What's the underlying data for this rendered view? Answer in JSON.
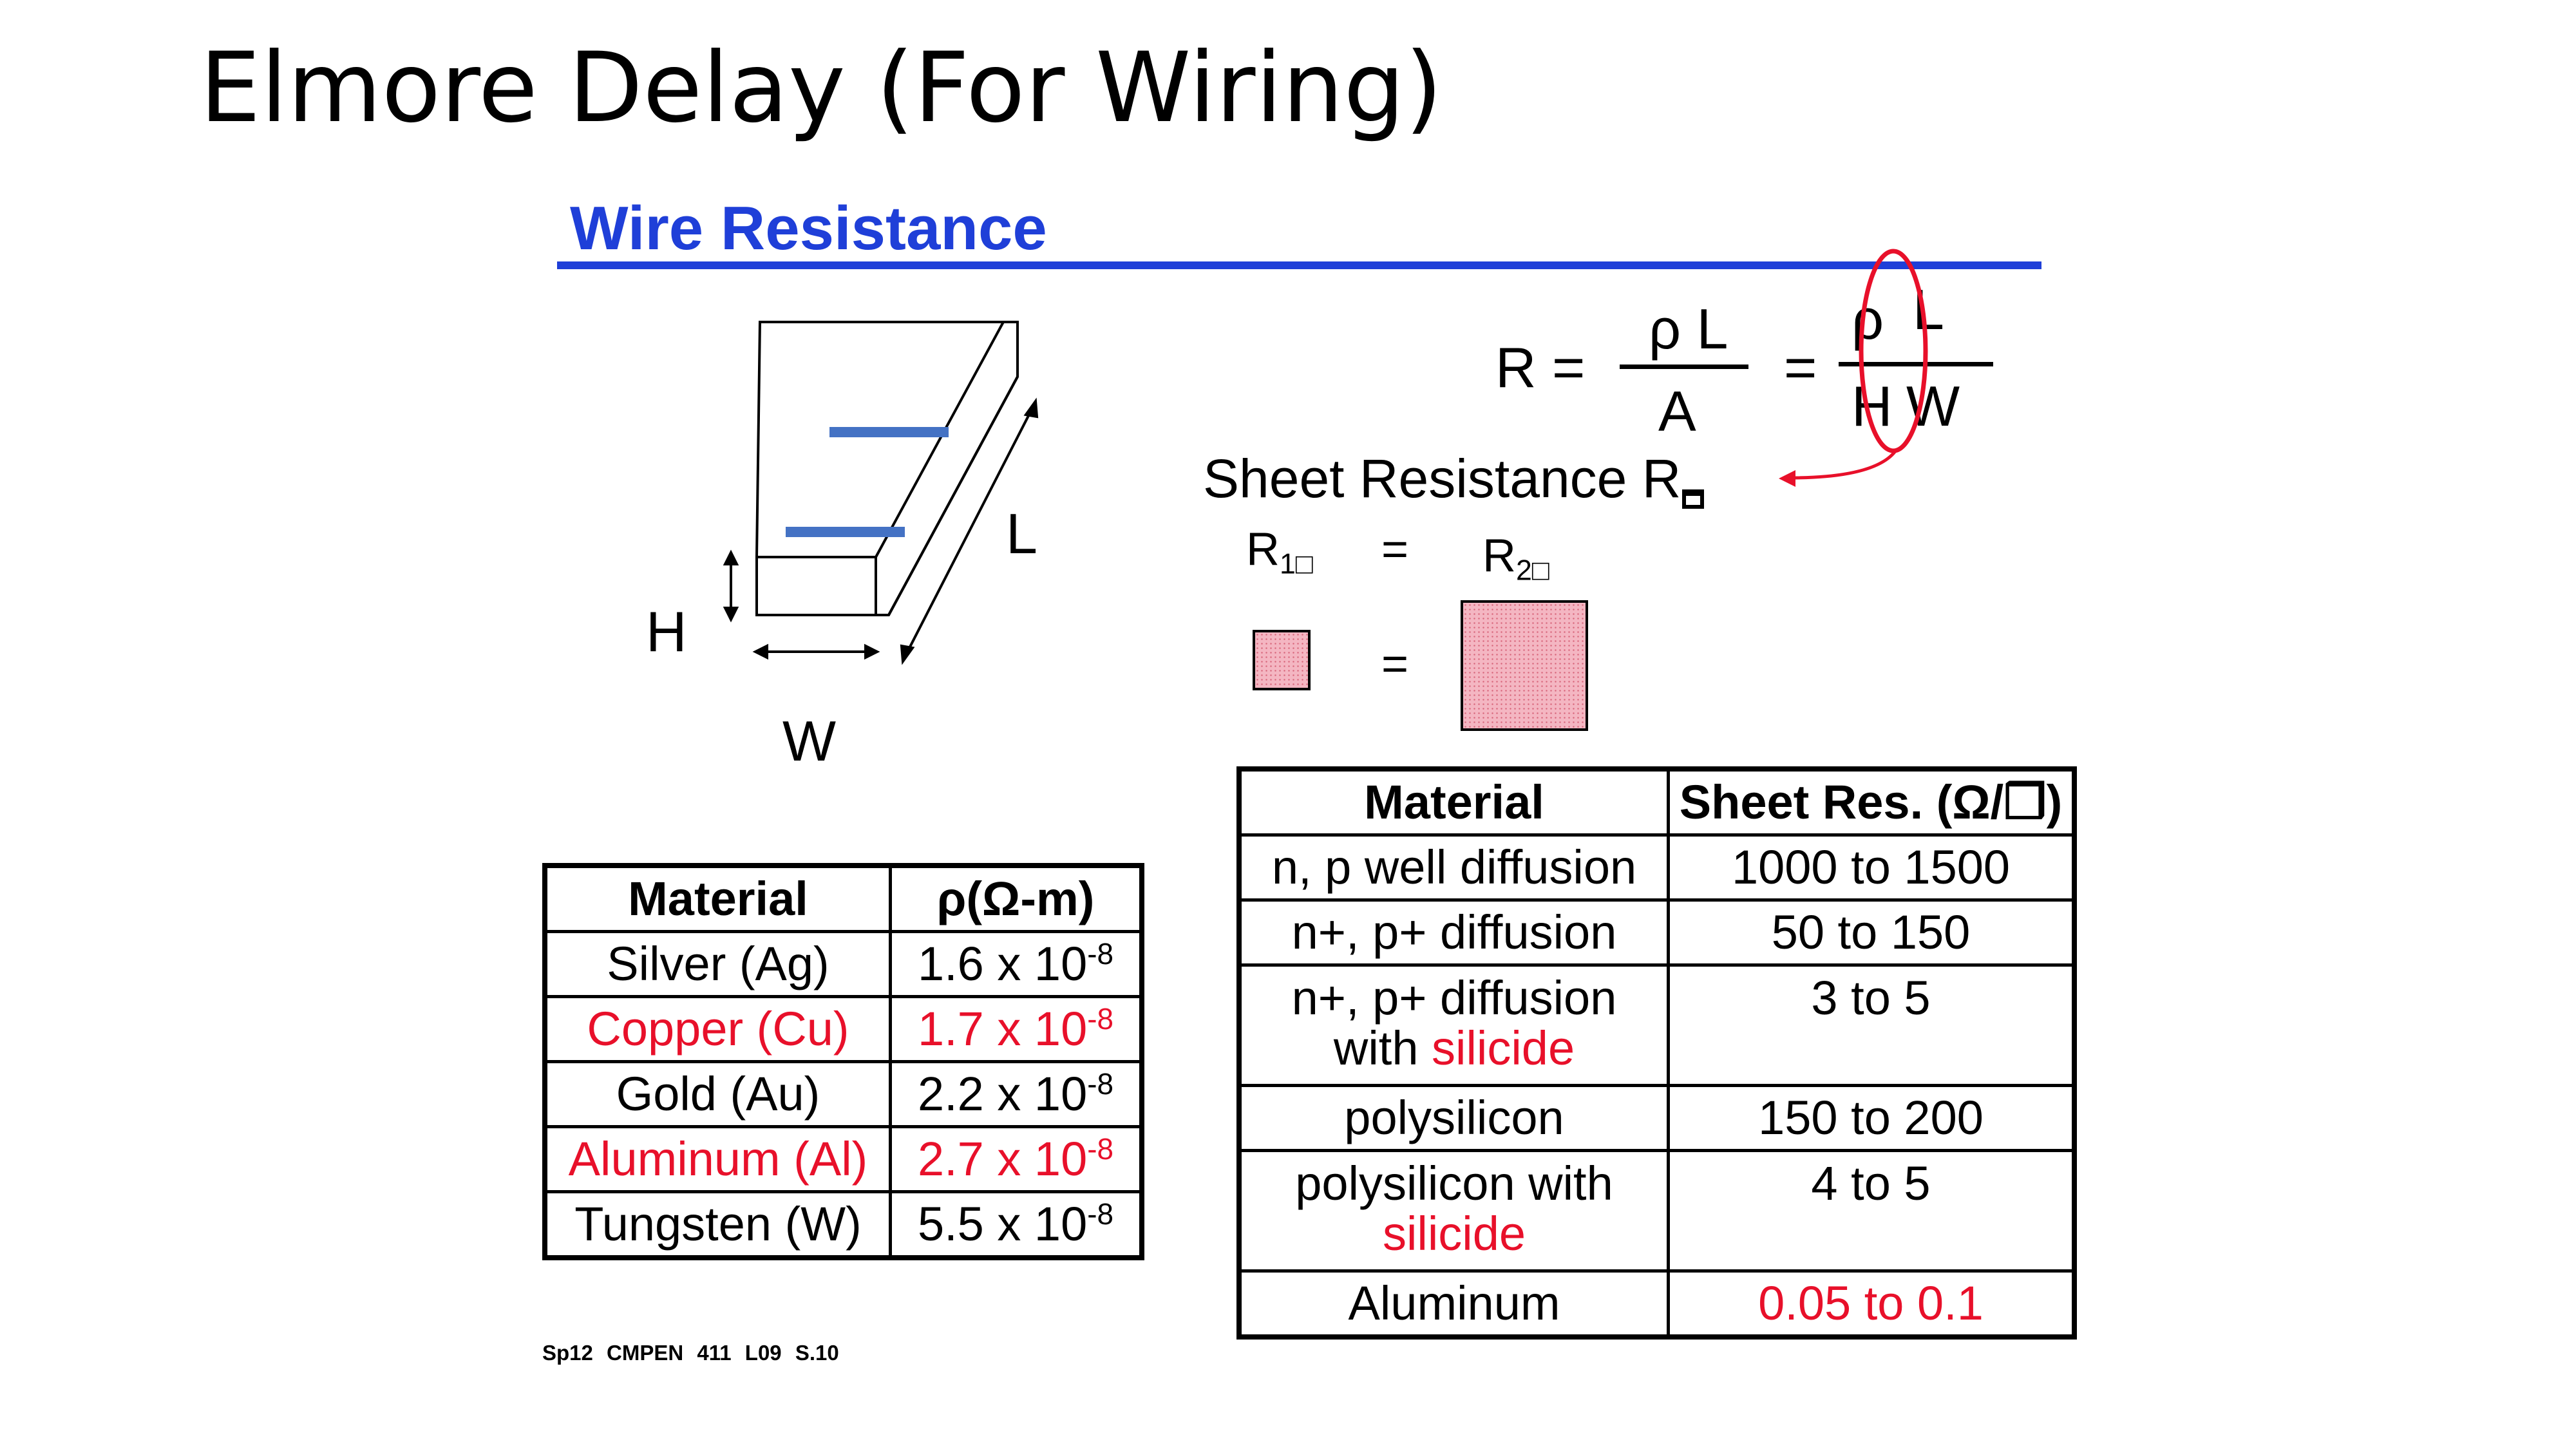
{
  "slide": {
    "title": "Elmore Delay (For Wiring)"
  },
  "section": {
    "title": "Wire Resistance"
  },
  "wire_figure": {
    "label_h": "H",
    "label_w": "W",
    "label_l": "L"
  },
  "formula": {
    "r_eq": "R =",
    "num1": "ρ L",
    "den1": "A",
    "eq2": "=",
    "num2_rho": "ρ",
    "num2_l": "L",
    "den2_h": "H",
    "den2_w": "W"
  },
  "sheet": {
    "label": "Sheet Resistance R",
    "r1": "R",
    "r1_sub": "1□",
    "eq": "=",
    "r2": "R",
    "r2_sub": "2□",
    "eq2": "="
  },
  "rho_table": {
    "headers": [
      "Material",
      "ρ(Ω-m)"
    ],
    "rows": [
      {
        "material": "Silver (Ag)",
        "mant": "1.6 x 10",
        "exp": "-8"
      },
      {
        "material": "Copper (Cu)",
        "mant": "1.7 x 10",
        "exp": "-8"
      },
      {
        "material": "Gold (Au)",
        "mant": "2.2 x 10",
        "exp": "-8"
      },
      {
        "material": "Aluminum (Al)",
        "mant": "2.7 x 10",
        "exp": "-8"
      },
      {
        "material": "Tungsten (W)",
        "mant": "5.5 x 10",
        "exp": "-8"
      }
    ]
  },
  "sheet_table": {
    "headers": [
      "Material",
      "Sheet Res. (Ω/❒)"
    ],
    "rows": [
      {
        "material": "n, p well diffusion",
        "value": "1000 to 1500"
      },
      {
        "material": "n+, p+ diffusion",
        "value": "50 to 150"
      },
      {
        "material_a": "n+, p+ diffusion",
        "material_b": "with ",
        "material_c": "silicide",
        "value": "3 to 5"
      },
      {
        "material": "polysilicon",
        "value": "150 to 200"
      },
      {
        "material_a": "polysilicon with",
        "material_c": "silicide",
        "value": "4 to 5"
      },
      {
        "material": "Aluminum",
        "value": "0.05 to 0.1"
      }
    ]
  },
  "footer": {
    "text": "Sp12 CMPEN 411 L09 S.10"
  },
  "colors": {
    "accent_blue": "#1f3fd8",
    "highlight_red": "#e8102a",
    "bar_blue": "#4472c4",
    "square_pink": "#f4b6c2"
  }
}
